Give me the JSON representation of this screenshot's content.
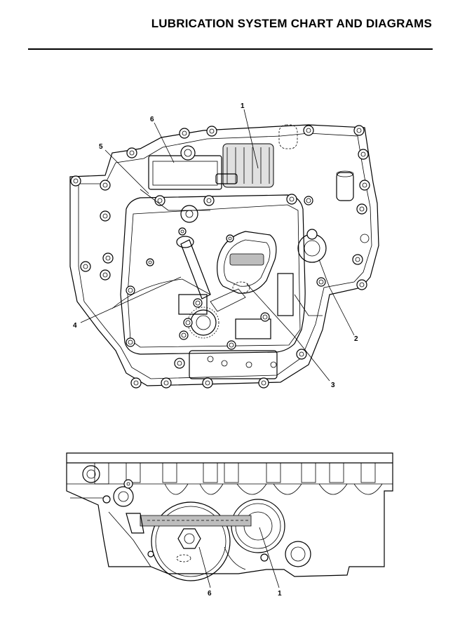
{
  "page": {
    "title": "LUBRICATION SYSTEM CHART AND DIAGRAMS"
  },
  "figure_top": {
    "callouts": [
      "1",
      "2",
      "3",
      "4",
      "5",
      "6"
    ]
  },
  "figure_bottom": {
    "callouts": [
      "6",
      "1"
    ]
  }
}
